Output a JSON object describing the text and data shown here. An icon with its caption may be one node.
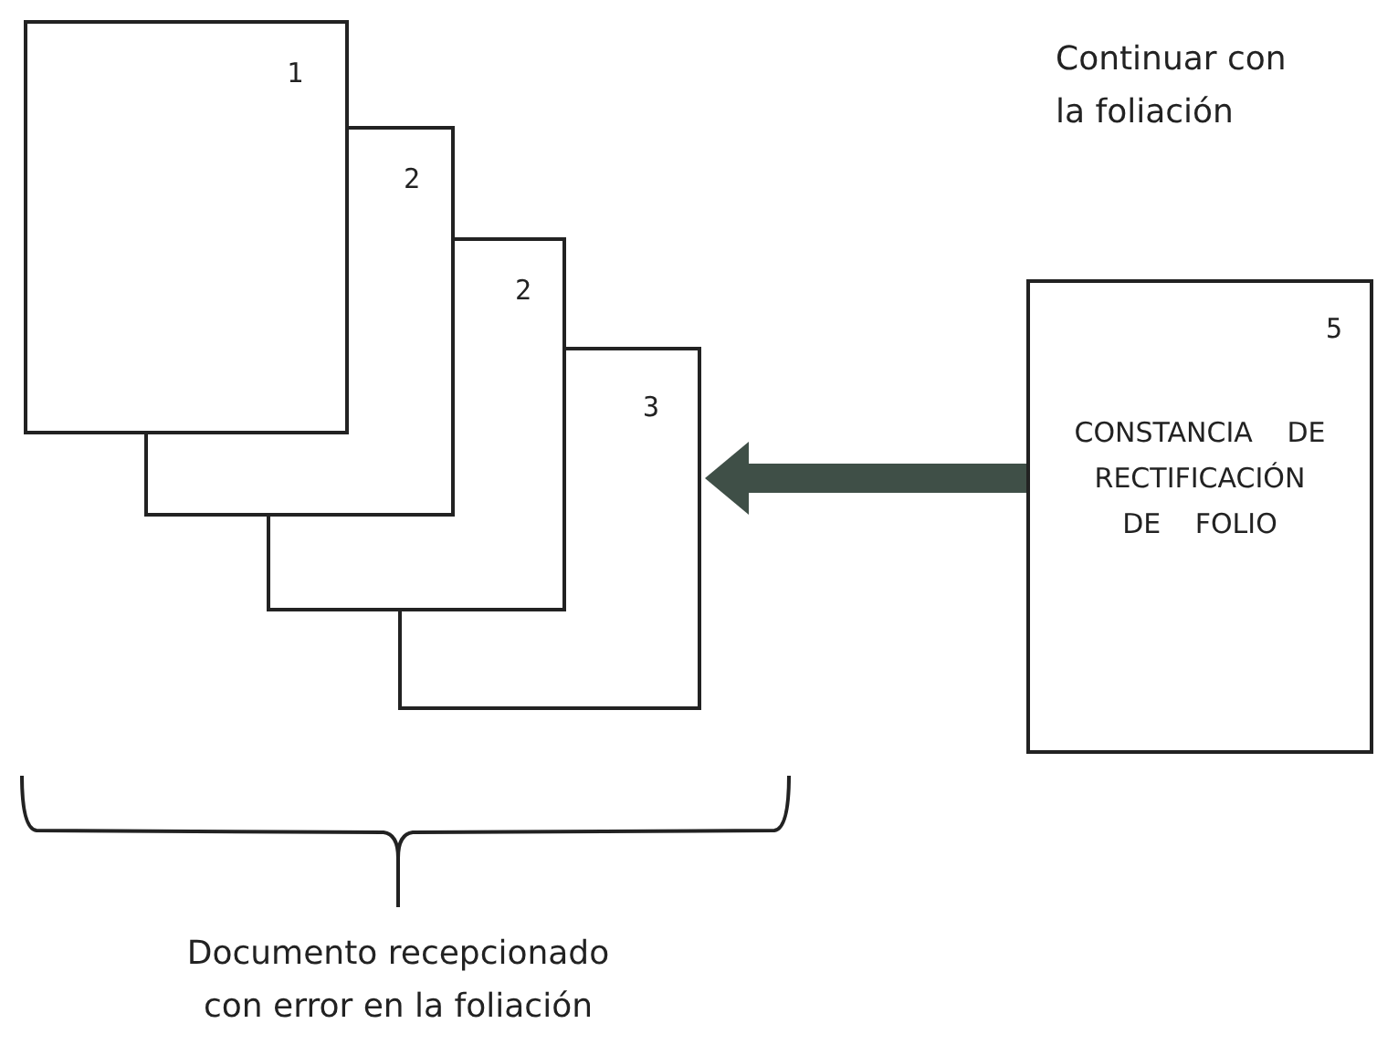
{
  "diagram": {
    "nodes": [
      {
        "text": [
          "1"
        ]
      },
      {
        "text": [
          "2"
        ]
      },
      {
        "text": [
          "2"
        ]
      },
      {
        "text": [
          "3"
        ]
      },
      {
        "text": [
          "5",
          "CONSTANCIA DE RECTIFICACIÓN DE FOLIO"
        ]
      }
    ],
    "edges": [
      {
        "from": 4,
        "to": 3,
        "arrow": "to",
        "color": "#3f4f47"
      }
    ],
    "labels": [
      "Continuar con la foliación",
      "Documento recepcionado con error en la foliación"
    ]
  }
}
